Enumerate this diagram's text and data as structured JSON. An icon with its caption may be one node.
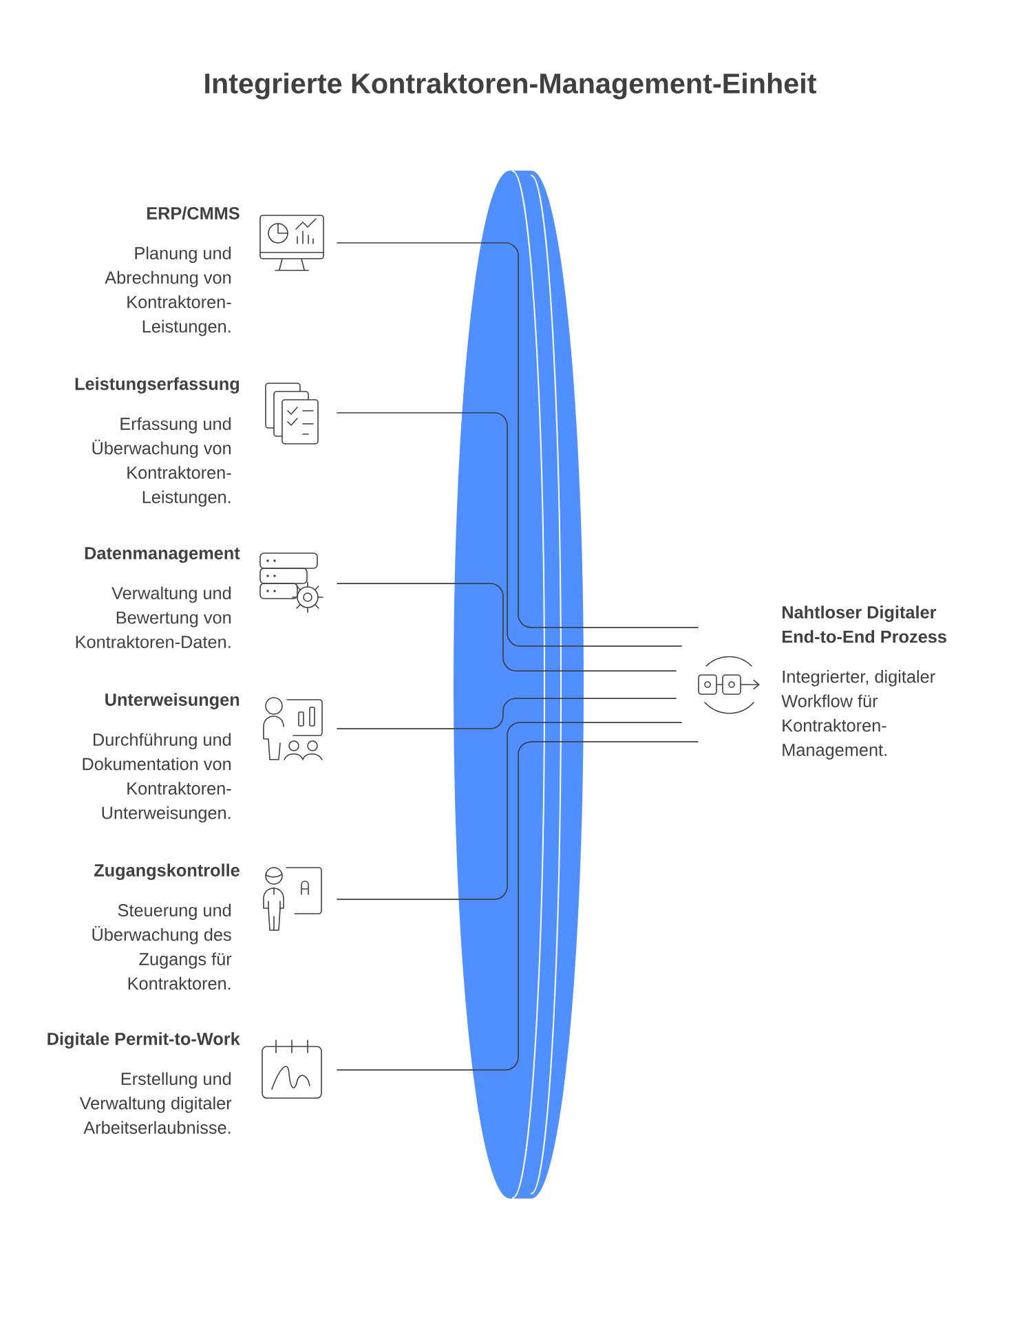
{
  "diagram": {
    "title": "Integrierte Kontraktoren-Management-Einheit",
    "nodes": [
      {
        "text": [
          "ERP/CMMS",
          "Planung und Abrechnung von Kontraktoren-Leistungen."
        ]
      },
      {
        "text": [
          "Leistungserfassung",
          "Erfassung und Überwachung von Kontraktoren-Leistungen."
        ]
      },
      {
        "text": [
          "Datenmanagement",
          "Verwaltung und Bewertung von Kontraktoren-Daten."
        ]
      },
      {
        "text": [
          "Unterweisungen",
          "Durchführung und Dokumentation von Kontraktoren-Unterweisungen."
        ]
      },
      {
        "text": [
          "Zugangskontrolle",
          "Steuerung und Überwachung des Zugangs für Kontraktoren."
        ]
      },
      {
        "text": [
          "Digitale Permit-to-Work",
          "Erstellung und Verwaltung digitaler Arbeitserlaubnisse."
        ]
      },
      {
        "text": [
          "Nahtloser Digitaler End-to-End Prozess",
          "Integrierter, digitaler Workflow für Kontraktoren-Management."
        ]
      }
    ],
    "edges": [
      {
        "from": 0,
        "to": 6,
        "arrow": "none"
      },
      {
        "from": 1,
        "to": 6,
        "arrow": "none"
      },
      {
        "from": 2,
        "to": 6,
        "arrow": "none"
      },
      {
        "from": 3,
        "to": 6,
        "arrow": "none"
      },
      {
        "from": 4,
        "to": 6,
        "arrow": "none"
      },
      {
        "from": 5,
        "to": 6,
        "arrow": "none"
      }
    ]
  }
}
